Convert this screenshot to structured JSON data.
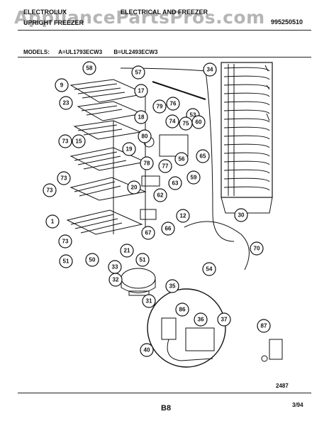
{
  "header": {
    "left_line1": "ELECTROLUX",
    "left_line2": "UPRIGHT FREEZER",
    "center": "ELECTRICAL AND FREEZER",
    "part_no": "995250510",
    "watermark": "AppliancePartsPros.com"
  },
  "models": {
    "label": "MODELS:",
    "a": "A=UL1793ECW3",
    "b": "B=UL2493ECW3"
  },
  "footer": {
    "drawing_no": "2487",
    "page": "B8",
    "date": "3/94"
  },
  "callouts": [
    "58",
    "57",
    "34",
    "9",
    "17",
    "76",
    "23",
    "79",
    "53",
    "18",
    "74",
    "75",
    "60",
    "80",
    "73",
    "15",
    "19",
    "65",
    "78",
    "77",
    "56",
    "73",
    "59",
    "20",
    "63",
    "73",
    "62",
    "30",
    "12",
    "1",
    "67",
    "66",
    "73",
    "70",
    "21",
    "51",
    "50",
    "51",
    "33",
    "54",
    "32",
    "35",
    "31",
    "86",
    "36",
    "37",
    "87",
    "40"
  ]
}
